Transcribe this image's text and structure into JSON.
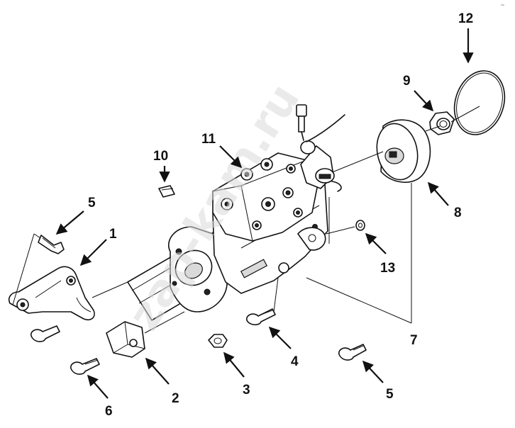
{
  "watermark": "zap-kam.ru",
  "corner_mark": "~",
  "callouts": {
    "c1": "1",
    "c2": "2",
    "c3": "3",
    "c4": "4",
    "c5a": "5",
    "c5b": "5",
    "c6": "6",
    "c7": "7",
    "c8": "8",
    "c9": "9",
    "c10": "10",
    "c11": "11",
    "c12": "12",
    "c13": "13"
  },
  "colors": {
    "line": "#111111",
    "shade": "#d9d9d9",
    "watermark": "#d8d8d8"
  }
}
